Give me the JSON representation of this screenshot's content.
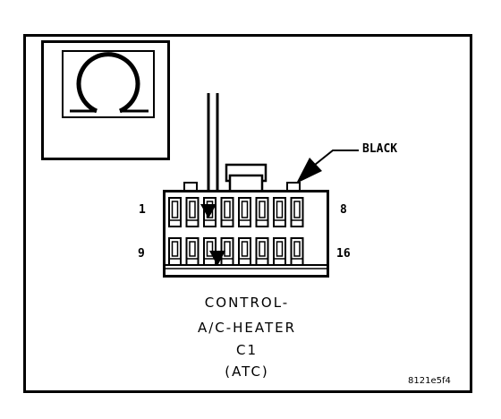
{
  "callout": {
    "color_label": "BLACK"
  },
  "pins": {
    "top_left": "1",
    "top_right": "8",
    "bottom_left": "9",
    "bottom_right": "16"
  },
  "caption": {
    "line1": "CONTROL-",
    "line2": "A/C-HEATER",
    "line3": "C1",
    "line4": "(ATC)"
  },
  "figure_code": "8121e5f4",
  "icons": {
    "inset": "connector-face-view-icon",
    "arrow": "pin-indicator-arrow-icon"
  },
  "colors": {
    "ink": "#000000",
    "background": "#ffffff"
  }
}
